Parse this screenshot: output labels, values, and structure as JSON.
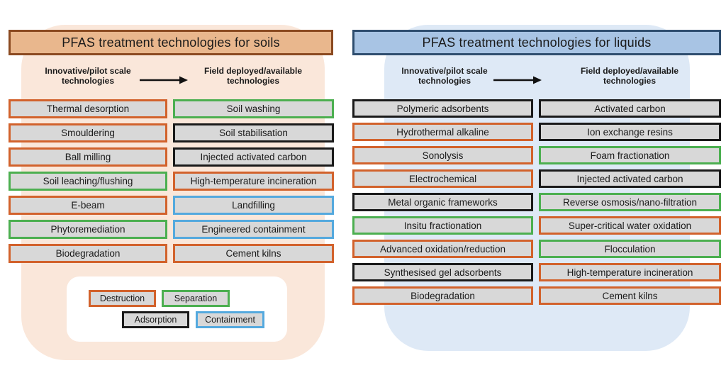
{
  "colors": {
    "destruction": "#d2622c",
    "separation": "#4caf50",
    "adsorption": "#1a1a1a",
    "containment": "#54a9de",
    "box_fill": "#d8d8d8",
    "soils_panel_bg": "#fae7da",
    "soils_header_fill": "#e9b78d",
    "soils_header_border": "#8b4a21",
    "liquids_panel_bg": "#dee9f6",
    "liquids_header_fill": "#a8c4e4",
    "liquids_header_border": "#2f4e6f"
  },
  "panels": [
    {
      "id": "soils",
      "title": "PFAS treatment technologies for soils",
      "left_column_header": "Innovative/pilot scale technologies",
      "right_column_header": "Field deployed/available technologies",
      "innovative": [
        {
          "label": "Thermal desorption",
          "category": "destruction"
        },
        {
          "label": "Smouldering",
          "category": "destruction"
        },
        {
          "label": "Ball milling",
          "category": "destruction"
        },
        {
          "label": "Soil leaching/flushing",
          "category": "separation"
        },
        {
          "label": "E-beam",
          "category": "destruction"
        },
        {
          "label": "Phytoremediation",
          "category": "separation"
        },
        {
          "label": "Biodegradation",
          "category": "destruction"
        }
      ],
      "field": [
        {
          "label": "Soil washing",
          "category": "separation"
        },
        {
          "label": "Soil stabilisation",
          "category": "adsorption"
        },
        {
          "label": "Injected activated carbon",
          "category": "adsorption"
        },
        {
          "label": "High-temperature incineration",
          "category": "destruction"
        },
        {
          "label": "Landfilling",
          "category": "containment"
        },
        {
          "label": "Engineered containment",
          "category": "containment"
        },
        {
          "label": "Cement kilns",
          "category": "destruction"
        }
      ]
    },
    {
      "id": "liquids",
      "title": "PFAS treatment technologies for liquids",
      "left_column_header": "Innovative/pilot scale technologies",
      "right_column_header": "Field deployed/available technologies",
      "innovative": [
        {
          "label": "Polymeric adsorbents",
          "category": "adsorption"
        },
        {
          "label": "Hydrothermal alkaline",
          "category": "destruction"
        },
        {
          "label": "Sonolysis",
          "category": "destruction"
        },
        {
          "label": "Electrochemical",
          "category": "destruction"
        },
        {
          "label": "Metal organic frameworks",
          "category": "adsorption"
        },
        {
          "label": "Insitu fractionation",
          "category": "separation"
        },
        {
          "label": "Advanced oxidation/reduction",
          "category": "destruction"
        },
        {
          "label": "Synthesised gel adsorbents",
          "category": "adsorption"
        },
        {
          "label": "Biodegradation",
          "category": "destruction"
        }
      ],
      "field": [
        {
          "label": "Activated carbon",
          "category": "adsorption"
        },
        {
          "label": "Ion exchange resins",
          "category": "adsorption"
        },
        {
          "label": "Foam fractionation",
          "category": "separation"
        },
        {
          "label": "Injected activated carbon",
          "category": "adsorption"
        },
        {
          "label": "Reverse osmosis/nano-filtration",
          "category": "separation"
        },
        {
          "label": "Super-critical water oxidation",
          "category": "destruction"
        },
        {
          "label": "Flocculation",
          "category": "separation"
        },
        {
          "label": "High-temperature incineration",
          "category": "destruction"
        },
        {
          "label": "Cement kilns",
          "category": "destruction"
        }
      ]
    }
  ],
  "legend": {
    "items": [
      {
        "label": "Destruction",
        "category": "destruction"
      },
      {
        "label": "Separation",
        "category": "separation"
      },
      {
        "label": "Adsorption",
        "category": "adsorption"
      },
      {
        "label": "Containment",
        "category": "containment"
      }
    ]
  }
}
